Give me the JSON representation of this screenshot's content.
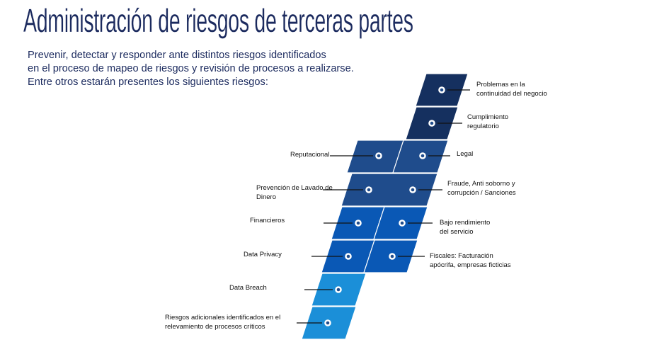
{
  "title": "Administración de riesgos de terceras partes",
  "intro": [
    "Prevenir, detectar y responder ante distintos riesgos identificados",
    "en el proceso de mapeo de riesgos y revisión de procesos a realizarse.",
    "Entre otros estarán presentes los siguientes riesgos:"
  ],
  "colors": {
    "dark": "#15305f",
    "mid": "#1f4c8c",
    "blue": "#0a58b5",
    "light": "#1b8fd8"
  },
  "risks": {
    "continuidad": [
      "Problemas en la",
      "continuidad del negocio"
    ],
    "cumplimiento": [
      "Cumplimiento",
      "regulatorio"
    ],
    "reputacional": [
      "Reputacional"
    ],
    "legal": [
      "Legal"
    ],
    "lavado": [
      "Prevención de Lavado de",
      "Dinero"
    ],
    "fraude": [
      "Fraude, Anti soborno y",
      "corrupción / Sanciones"
    ],
    "financieros": [
      "Financieros"
    ],
    "bajo": [
      "Bajo rendimiento",
      "del servicio"
    ],
    "privacy": [
      "Data Privacy"
    ],
    "fiscales": [
      "Fiscales: Facturación",
      "apócrifa, empresas ficticias"
    ],
    "breach": [
      "Data Breach"
    ],
    "adicionales": [
      "Riesgos adicionales identificados en el",
      "relevamiento de procesos críticos"
    ]
  }
}
